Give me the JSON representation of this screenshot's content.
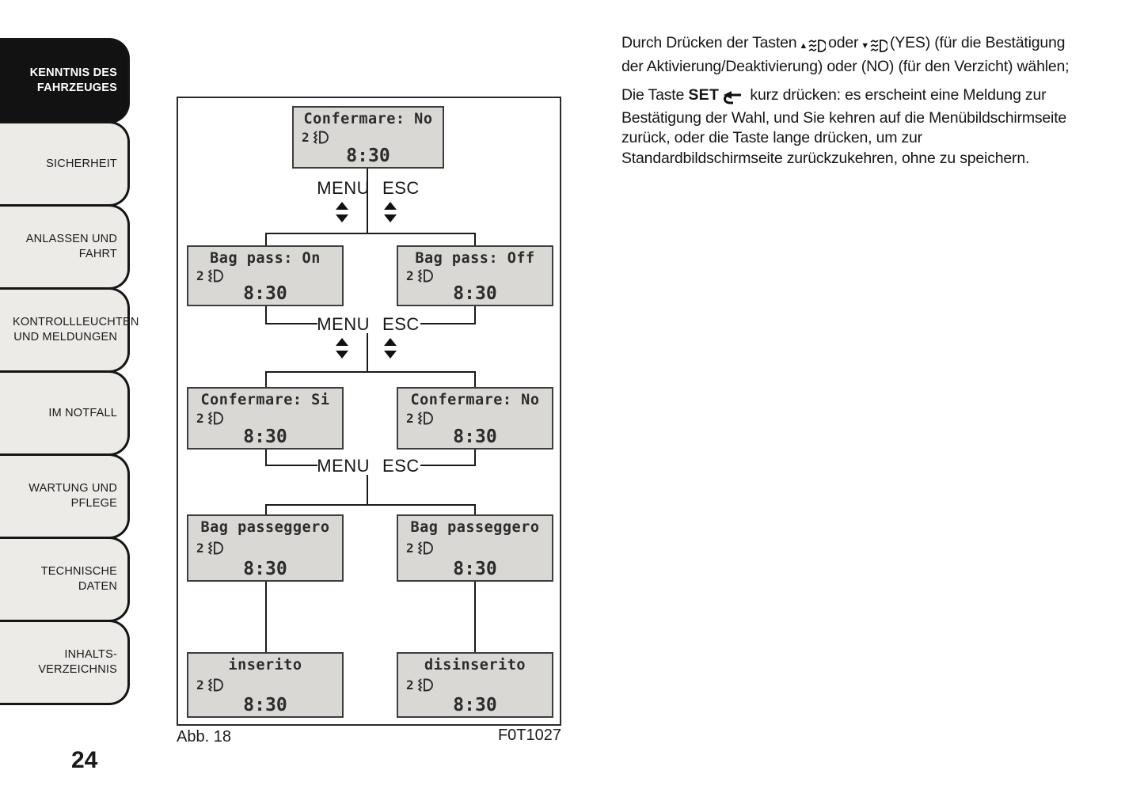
{
  "sidebar": {
    "tabs": [
      {
        "label": "KENNTNIS DES FAHRZEUGES"
      },
      {
        "label": "SICHERHEIT"
      },
      {
        "label": "ANLASSEN UND FAHRT"
      },
      {
        "label": "KONTROLLLEUCHTEN UND MELDUNGEN"
      },
      {
        "label": "IM NOTFALL"
      },
      {
        "label": "WARTUNG UND PFLEGE"
      },
      {
        "label": "TECHNISCHE DATEN"
      },
      {
        "label": "INHALTS- VERZEICHNIS"
      }
    ],
    "page_number": "24"
  },
  "diagram": {
    "screens": [
      {
        "title": "Confermare: No",
        "gear": "2",
        "clock": "8:30"
      },
      {
        "title": "Bag pass: On",
        "gear": "2",
        "clock": "8:30"
      },
      {
        "title": "Bag pass: Off",
        "gear": "2",
        "clock": "8:30"
      },
      {
        "title": "Confermare: Si",
        "gear": "2",
        "clock": "8:30"
      },
      {
        "title": "Confermare: No",
        "gear": "2",
        "clock": "8:30"
      },
      {
        "title": "Bag passeggero",
        "gear": "2",
        "clock": "8:30"
      },
      {
        "title": "Bag passeggero",
        "gear": "2",
        "clock": "8:30"
      },
      {
        "title": "inserito",
        "gear": "2",
        "clock": "8:30"
      },
      {
        "title": "disinserito",
        "gear": "2",
        "clock": "8:30"
      }
    ],
    "menu_label": "MENU",
    "esc_label": "ESC",
    "caption": "Abb. 18",
    "figure_code": "F0T1027"
  },
  "icons": {
    "up_arrow": "▲",
    "down_arrow": "▼",
    "headlight_beam": "low-beam-headlight-icon",
    "set_return": "return-arrow-icon"
  },
  "text": {
    "para1_before_icon1": "Durch Drücken der Tasten",
    "para1_between_icons": "oder",
    "para1_after_icon2": "(YES) (für die Bestätigung der Aktivierung/Deaktivierung) oder (NO) (für den Verzicht) wählen;",
    "para2_before_set": "Die Taste",
    "para2_set_label": "SET",
    "para2_after_set": "kurz drücken: es erscheint eine Meldung zur Bestätigung der Wahl, und Sie kehren auf die Menübildschirmseite zurück, oder die Taste lange drücken, um zur Standardbildschirmseite zurückzukehren, ohne zu speichern."
  },
  "colors": {
    "active_tab_bg": "#121212",
    "tab_bg": "#edebe8",
    "screen_bg": "#d9d8d5",
    "line": "#1a1a1a"
  }
}
